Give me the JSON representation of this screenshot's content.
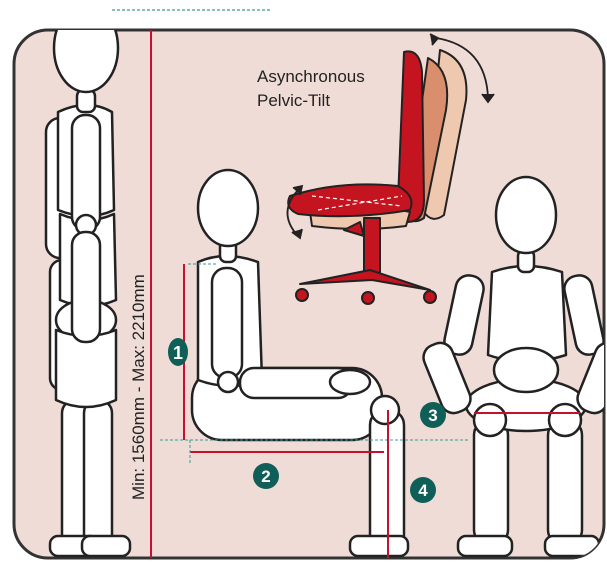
{
  "diagram": {
    "tilt_label_line1": "Asynchronous",
    "tilt_label_line2": "Pelvic-Tilt",
    "height_range_label": "Min: 1560mm - Max: 2210mm",
    "markers": [
      "1",
      "2",
      "3",
      "4"
    ]
  },
  "colors": {
    "panel": "#f0dcd6",
    "panel_border": "#333333",
    "measure_red": "#c8102e",
    "guide_teal": "#3a9a9a",
    "badge_green": "#0f5e58",
    "chair_red": "#c41420",
    "figure_fill": "#ffffff",
    "figure_stroke": "#222222"
  }
}
